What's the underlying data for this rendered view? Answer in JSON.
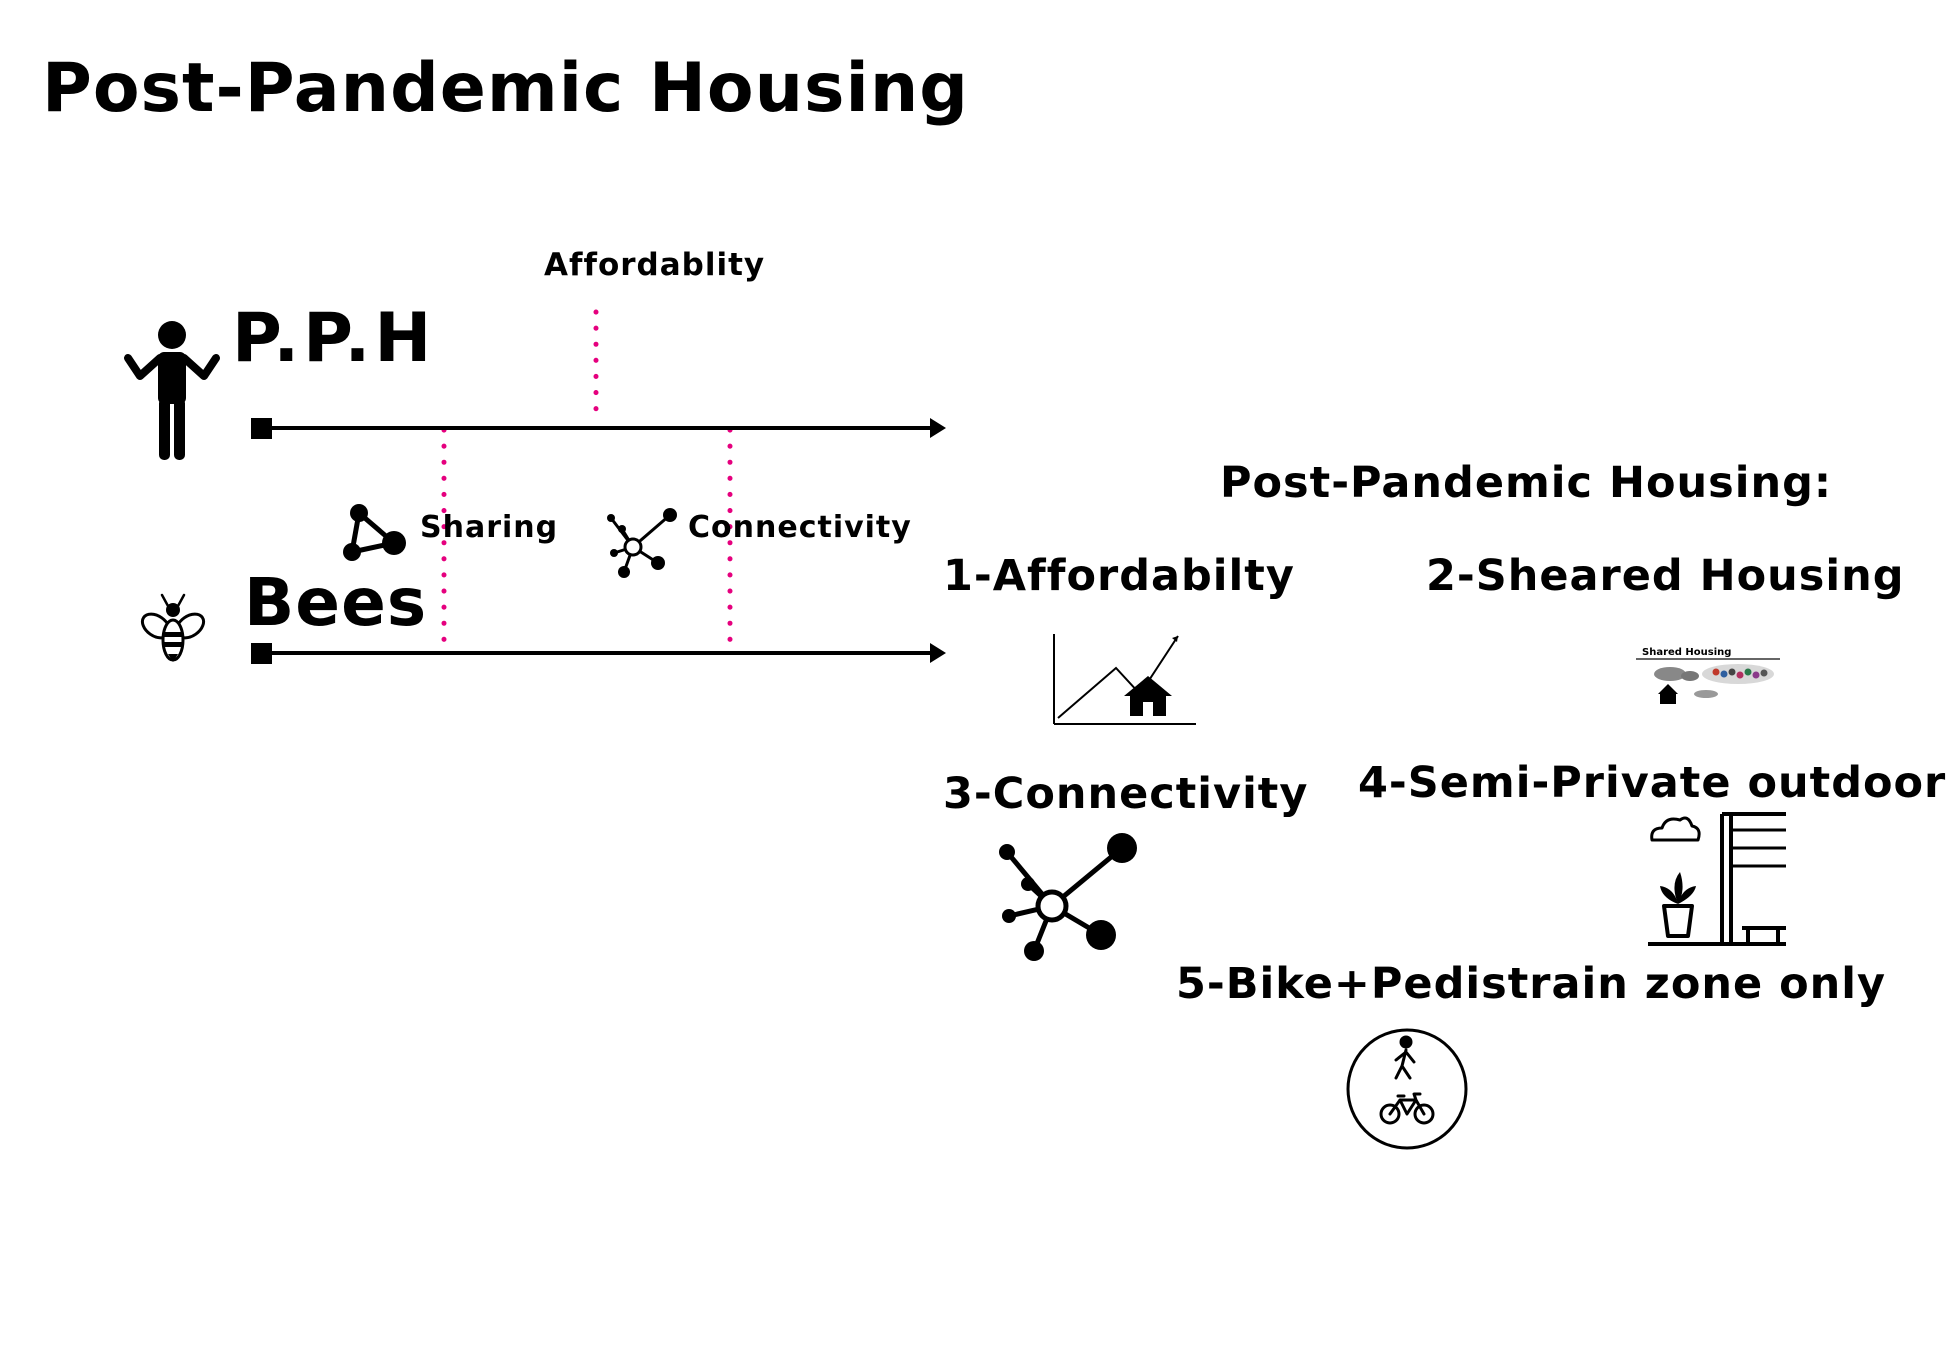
{
  "title": "Post-Pandemic Housing",
  "timeline": {
    "top_label": "Affordablity",
    "row1_label": "P.P.H",
    "row2_label": "Bees",
    "between_labels": {
      "sharing": "Sharing",
      "connectivity": "Connectivity"
    },
    "marker_color": "#e5007e",
    "line_color": "#000000"
  },
  "summary": {
    "title": "Post-Pandemic Housing:",
    "items": [
      {
        "label": "1-Affordabilty",
        "icon": "affordability-chart-house-icon"
      },
      {
        "label": "2-Sheared Housing",
        "icon": "shared-housing-thumbnail-icon",
        "thumb_text": "Shared Housing"
      },
      {
        "label": "3-Connectivity",
        "icon": "network-icon"
      },
      {
        "label": "4-Semi-Private outdoor",
        "icon": "outdoor-shelter-icon"
      },
      {
        "label": "5-Bike+Pedistrain zone only",
        "icon": "pedestrian-bike-sign-icon"
      }
    ]
  }
}
